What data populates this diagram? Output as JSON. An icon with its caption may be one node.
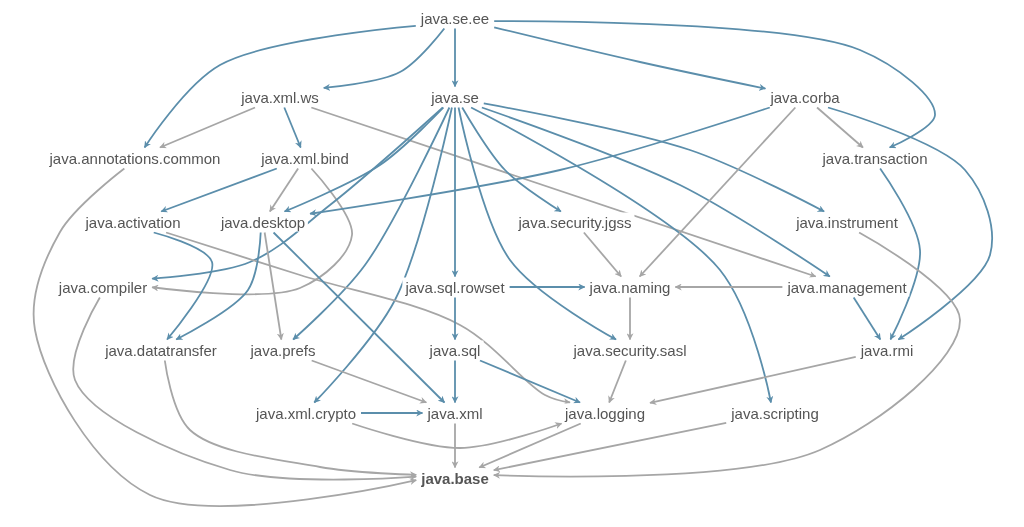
{
  "diagram": {
    "nodes": [
      {
        "text": [
          "java.se.ee"
        ]
      },
      {
        "text": [
          "java.xml.ws"
        ]
      },
      {
        "text": [
          "java.se"
        ]
      },
      {
        "text": [
          "java.corba"
        ]
      },
      {
        "text": [
          "java.annotations.common"
        ]
      },
      {
        "text": [
          "java.xml.bind"
        ]
      },
      {
        "text": [
          "java.transaction"
        ]
      },
      {
        "text": [
          "java.activation"
        ]
      },
      {
        "text": [
          "java.desktop"
        ]
      },
      {
        "text": [
          "java.security.jgss"
        ]
      },
      {
        "text": [
          "java.instrument"
        ]
      },
      {
        "text": [
          "java.compiler"
        ]
      },
      {
        "text": [
          "java.sql.rowset"
        ]
      },
      {
        "text": [
          "java.naming"
        ]
      },
      {
        "text": [
          "java.management"
        ]
      },
      {
        "text": [
          "java.datatransfer"
        ]
      },
      {
        "text": [
          "java.prefs"
        ]
      },
      {
        "text": [
          "java.sql"
        ]
      },
      {
        "text": [
          "java.security.sasl"
        ]
      },
      {
        "text": [
          "java.rmi"
        ]
      },
      {
        "text": [
          "java.xml.crypto"
        ]
      },
      {
        "text": [
          "java.xml"
        ]
      },
      {
        "text": [
          "java.logging"
        ]
      },
      {
        "text": [
          "java.scripting"
        ]
      },
      {
        "text": [
          "java.base"
        ]
      }
    ],
    "edges": [
      {
        "from": 0,
        "to": 1,
        "arrow": "to"
      },
      {
        "from": 0,
        "to": 2,
        "arrow": "to"
      },
      {
        "from": 0,
        "to": 3,
        "arrow": "to"
      },
      {
        "from": 0,
        "to": 4,
        "arrow": "to"
      },
      {
        "from": 0,
        "to": 6,
        "arrow": "to"
      },
      {
        "from": 1,
        "to": 5,
        "arrow": "to"
      },
      {
        "from": 1,
        "to": 4,
        "arrow": "to",
        "color": "#a6a6a6"
      },
      {
        "from": 1,
        "to": 14,
        "arrow": "to",
        "color": "#a6a6a6"
      },
      {
        "from": 5,
        "to": 7,
        "arrow": "to"
      },
      {
        "from": 5,
        "to": 8,
        "arrow": "to",
        "color": "#a6a6a6"
      },
      {
        "from": 5,
        "to": 11,
        "arrow": "to",
        "color": "#a6a6a6"
      },
      {
        "from": 2,
        "to": 8,
        "arrow": "to"
      },
      {
        "from": 2,
        "to": 11,
        "arrow": "to"
      },
      {
        "from": 2,
        "to": 16,
        "arrow": "to"
      },
      {
        "from": 2,
        "to": 20,
        "arrow": "to"
      },
      {
        "from": 2,
        "to": 12,
        "arrow": "to"
      },
      {
        "from": 2,
        "to": 9,
        "arrow": "to"
      },
      {
        "from": 2,
        "to": 18,
        "arrow": "to"
      },
      {
        "from": 2,
        "to": 10,
        "arrow": "to"
      },
      {
        "from": 2,
        "to": 14,
        "arrow": "to"
      },
      {
        "from": 2,
        "to": 23,
        "arrow": "to"
      },
      {
        "from": 3,
        "to": 8,
        "arrow": "to"
      },
      {
        "from": 3,
        "to": 13,
        "arrow": "to",
        "color": "#a6a6a6"
      },
      {
        "from": 3,
        "to": 6,
        "arrow": "to",
        "color": "#a6a6a6"
      },
      {
        "from": 3,
        "to": 19,
        "arrow": "to"
      },
      {
        "from": 6,
        "to": 19,
        "arrow": "to"
      },
      {
        "from": 9,
        "to": 13,
        "arrow": "to",
        "color": "#a6a6a6"
      },
      {
        "from": 7,
        "to": 15,
        "arrow": "to"
      },
      {
        "from": 7,
        "to": 22,
        "arrow": "to",
        "color": "#a6a6a6"
      },
      {
        "from": 8,
        "to": 15,
        "arrow": "to"
      },
      {
        "from": 8,
        "to": 16,
        "arrow": "to",
        "color": "#a6a6a6"
      },
      {
        "from": 8,
        "to": 21,
        "arrow": "to"
      },
      {
        "from": 4,
        "to": 24,
        "arrow": "to",
        "color": "#a6a6a6"
      },
      {
        "from": 11,
        "to": 24,
        "arrow": "to",
        "color": "#a6a6a6"
      },
      {
        "from": 15,
        "to": 24,
        "arrow": "to",
        "color": "#a6a6a6"
      },
      {
        "from": 12,
        "to": 17,
        "arrow": "to"
      },
      {
        "from": 12,
        "to": 13,
        "arrow": "to"
      },
      {
        "from": 14,
        "to": 13,
        "arrow": "to",
        "color": "#a6a6a6"
      },
      {
        "from": 13,
        "to": 18,
        "arrow": "to",
        "color": "#a6a6a6"
      },
      {
        "from": 14,
        "to": 19,
        "arrow": "to"
      },
      {
        "from": 16,
        "to": 21,
        "arrow": "to",
        "color": "#a6a6a6"
      },
      {
        "from": 17,
        "to": 21,
        "arrow": "to"
      },
      {
        "from": 17,
        "to": 22,
        "arrow": "to"
      },
      {
        "from": 18,
        "to": 22,
        "arrow": "to",
        "color": "#a6a6a6"
      },
      {
        "from": 19,
        "to": 22,
        "arrow": "to",
        "color": "#a6a6a6"
      },
      {
        "from": 20,
        "to": 21,
        "arrow": "to"
      },
      {
        "from": 20,
        "to": 22,
        "arrow": "to",
        "color": "#a6a6a6"
      },
      {
        "from": 21,
        "to": 24,
        "arrow": "to",
        "color": "#a6a6a6"
      },
      {
        "from": 22,
        "to": 24,
        "arrow": "to",
        "color": "#a6a6a6"
      },
      {
        "from": 23,
        "to": 24,
        "arrow": "to",
        "color": "#a6a6a6"
      },
      {
        "from": 10,
        "to": 24,
        "arrow": "to",
        "color": "#a6a6a6"
      }
    ]
  }
}
